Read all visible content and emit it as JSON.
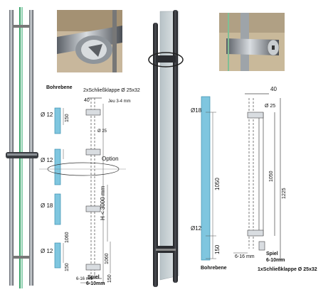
{
  "left": {
    "heading": "Bohrebene",
    "dims": {
      "d12_a": "Ø 12",
      "d12_b": "Ø 12",
      "d18": "Ø 18",
      "d12_c": "Ø 12",
      "l150_a": "150",
      "l1060": "1060",
      "l150_b": "150"
    },
    "clamp_title": "2xSchließklappe Ø 25x32",
    "top_dim": "40",
    "play_top": "Jeu 3-4 mm",
    "d25": "Ø 25",
    "option": "Option",
    "total_height": "H < 3000 mm",
    "middle_dim": "1060",
    "offset": "6-16 mm",
    "bottom_dim": "150",
    "play_bottom_1": "Spiel",
    "play_bottom_2": "6-10mm"
  },
  "right": {
    "d18": "Ø18",
    "d12": "Ø12",
    "l1050": "1050",
    "l150": "150",
    "heading": "Bohrebene",
    "top_dim": "40",
    "d25": "Ø 25",
    "l1050b": "1050",
    "l1225": "1225",
    "offset": "6-16 mm",
    "play_1": "Spiel",
    "play_2": "6-10mm",
    "clamp": "1xSchließklappe Ø 25x32"
  },
  "colors": {
    "glass": "#7fc6df",
    "steel": "#9aa0a6",
    "dark_steel": "#2d2f33"
  }
}
